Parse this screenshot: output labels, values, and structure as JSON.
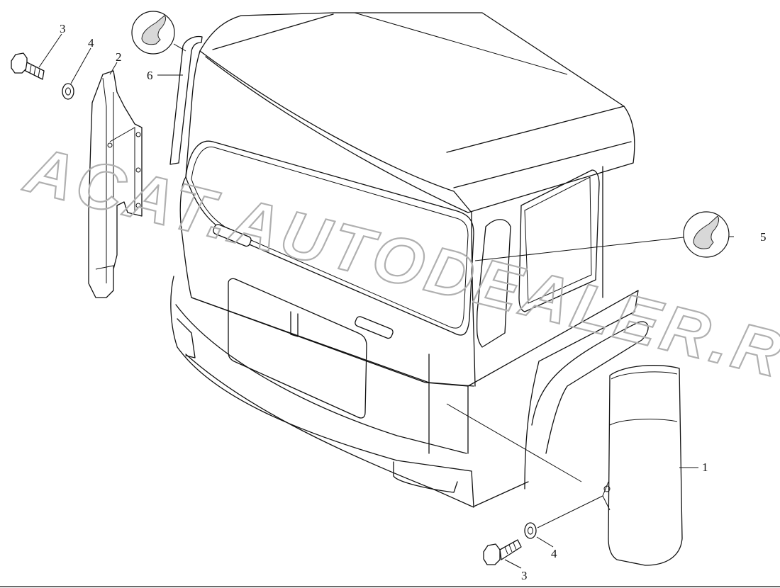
{
  "watermark": "ACAT.AUTODEALER.RU",
  "callouts": {
    "left_bolt": "3",
    "left_washer": "4",
    "left_trim": "2",
    "top_seal": "6",
    "right_seal": "5",
    "right_trim": "1",
    "right_washer": "4",
    "right_bolt": "3"
  },
  "colors": {
    "line": "#111111",
    "watermark_outline": "#b0b0b0"
  }
}
